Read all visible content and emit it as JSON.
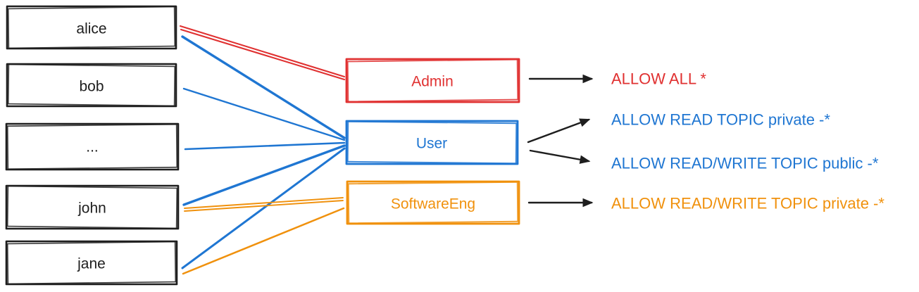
{
  "diagram": {
    "title": "users-to-roles-to-acl-mapping",
    "users": [
      {
        "id": "alice",
        "label": "alice"
      },
      {
        "id": "bob",
        "label": "bob"
      },
      {
        "id": "ellipsis",
        "label": "..."
      },
      {
        "id": "john",
        "label": "john"
      },
      {
        "id": "jane",
        "label": "jane"
      }
    ],
    "roles": [
      {
        "id": "admin",
        "label": "Admin",
        "color": "#e03131"
      },
      {
        "id": "user",
        "label": "User",
        "color": "#1f76d2"
      },
      {
        "id": "softwareeng",
        "label": "SoftwareEng",
        "color": "#f0910d"
      }
    ],
    "permissions": [
      {
        "role": "admin",
        "label": "ALLOW ALL *",
        "color": "#e03131"
      },
      {
        "role": "user",
        "label": "ALLOW READ TOPIC private -*",
        "color": "#1f76d2"
      },
      {
        "role": "user",
        "label": "ALLOW READ/WRITE TOPIC public -*",
        "color": "#1f76d2"
      },
      {
        "role": "softwareeng",
        "label": "ALLOW READ/WRITE TOPIC private -*",
        "color": "#f0910d"
      }
    ],
    "memberships": [
      {
        "user": "alice",
        "role": "admin"
      },
      {
        "user": "alice",
        "role": "user"
      },
      {
        "user": "bob",
        "role": "user"
      },
      {
        "user": "...",
        "role": "user"
      },
      {
        "user": "john",
        "role": "user"
      },
      {
        "user": "john",
        "role": "softwareeng"
      },
      {
        "user": "jane",
        "role": "user"
      },
      {
        "user": "jane",
        "role": "softwareeng"
      }
    ],
    "colors": {
      "ink": "#1e1e1e",
      "background": "#ffffff"
    }
  }
}
